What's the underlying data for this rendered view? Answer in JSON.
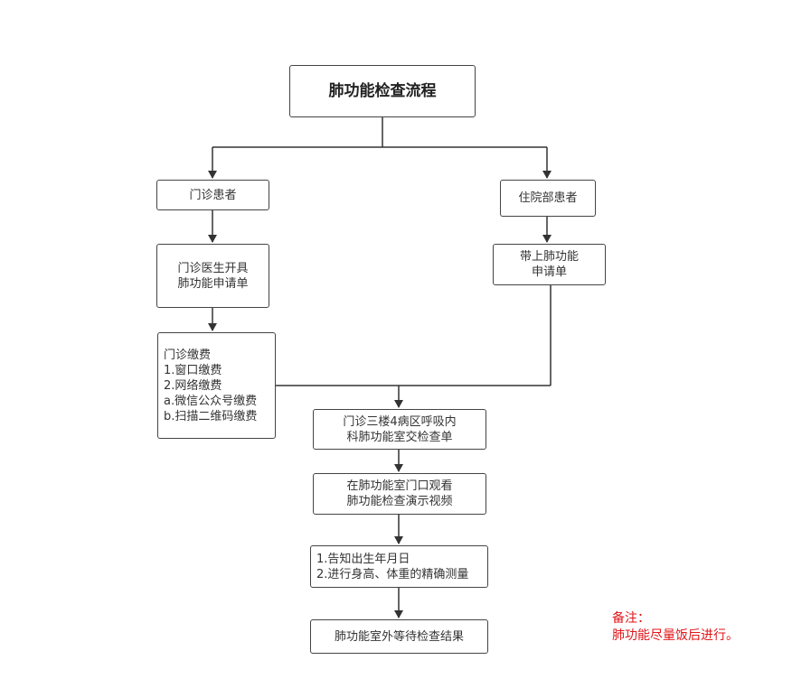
{
  "title": "肺功能检查流程",
  "outpatient": {
    "label": "门诊患者",
    "doctor_order": [
      "门诊医生开具",
      "肺功能申请单"
    ],
    "payment": [
      "门诊缴费",
      "1.窗口缴费",
      "2.网络缴费",
      "a.微信公众号缴费",
      "b.扫描二维码缴费"
    ]
  },
  "inpatient": {
    "label": "住院部患者",
    "bring_form": [
      "带上肺功能",
      "申请单"
    ]
  },
  "steps": {
    "submit": [
      "门诊三楼4病区呼吸内",
      "科肺功能室交检查单"
    ],
    "watch_video": [
      "在肺功能室门口观看",
      "肺功能检查演示视频"
    ],
    "measure": [
      "1.告知出生年月日",
      "2.进行身高、体重的精确测量"
    ],
    "wait": "肺功能室外等待检查结果"
  },
  "note": [
    "备注：",
    "肺功能尽量饭后进行。"
  ]
}
